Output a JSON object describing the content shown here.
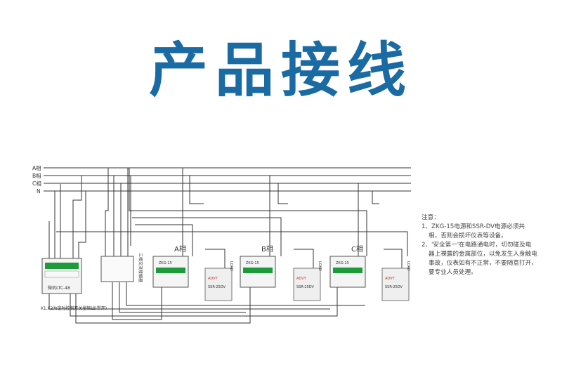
{
  "title": "产品接线",
  "bus_lines": [
    {
      "label": "A相"
    },
    {
      "label": "B相"
    },
    {
      "label": "C相"
    },
    {
      "label": "N"
    }
  ],
  "left_module": {
    "label": "微机LTC-48"
  },
  "contactor": {
    "label": "三相交流接触器"
  },
  "caption": "K1,K2为定时控制开关量输出(常开)",
  "phase_units": [
    {
      "phase_label": "A相",
      "meter_model": "ZKG-15",
      "ssr_brand": "ADVY",
      "ssr_model": "SSR-25DV",
      "load_label": "LOAD"
    },
    {
      "phase_label": "B相",
      "meter_model": "ZKG-15",
      "ssr_brand": "ADVY",
      "ssr_model": "SSR-25DV",
      "load_label": "LOAD"
    },
    {
      "phase_label": "C相",
      "meter_model": "ZKG-15",
      "ssr_brand": "ADVY",
      "ssr_model": "SSR-25DV",
      "load_label": "LOAD"
    }
  ],
  "notes": {
    "heading": "注意：",
    "line1": "1、ZKG-15电源和SSR-DV电源必须共",
    "line2": "相，否则会损坏仪表等设备。",
    "line3": "2、'安全第一'在电路通电时，切勿碰及电",
    "line4": "器上裸露的金属部位，以免发生人身触电",
    "line5": "事故，仪表如有不正常，不要随意打开，",
    "line6": "要专业人员处理。"
  },
  "colors": {
    "title": "#1a6aa3",
    "line": "#333333",
    "terminal": "#1d9a3a"
  }
}
